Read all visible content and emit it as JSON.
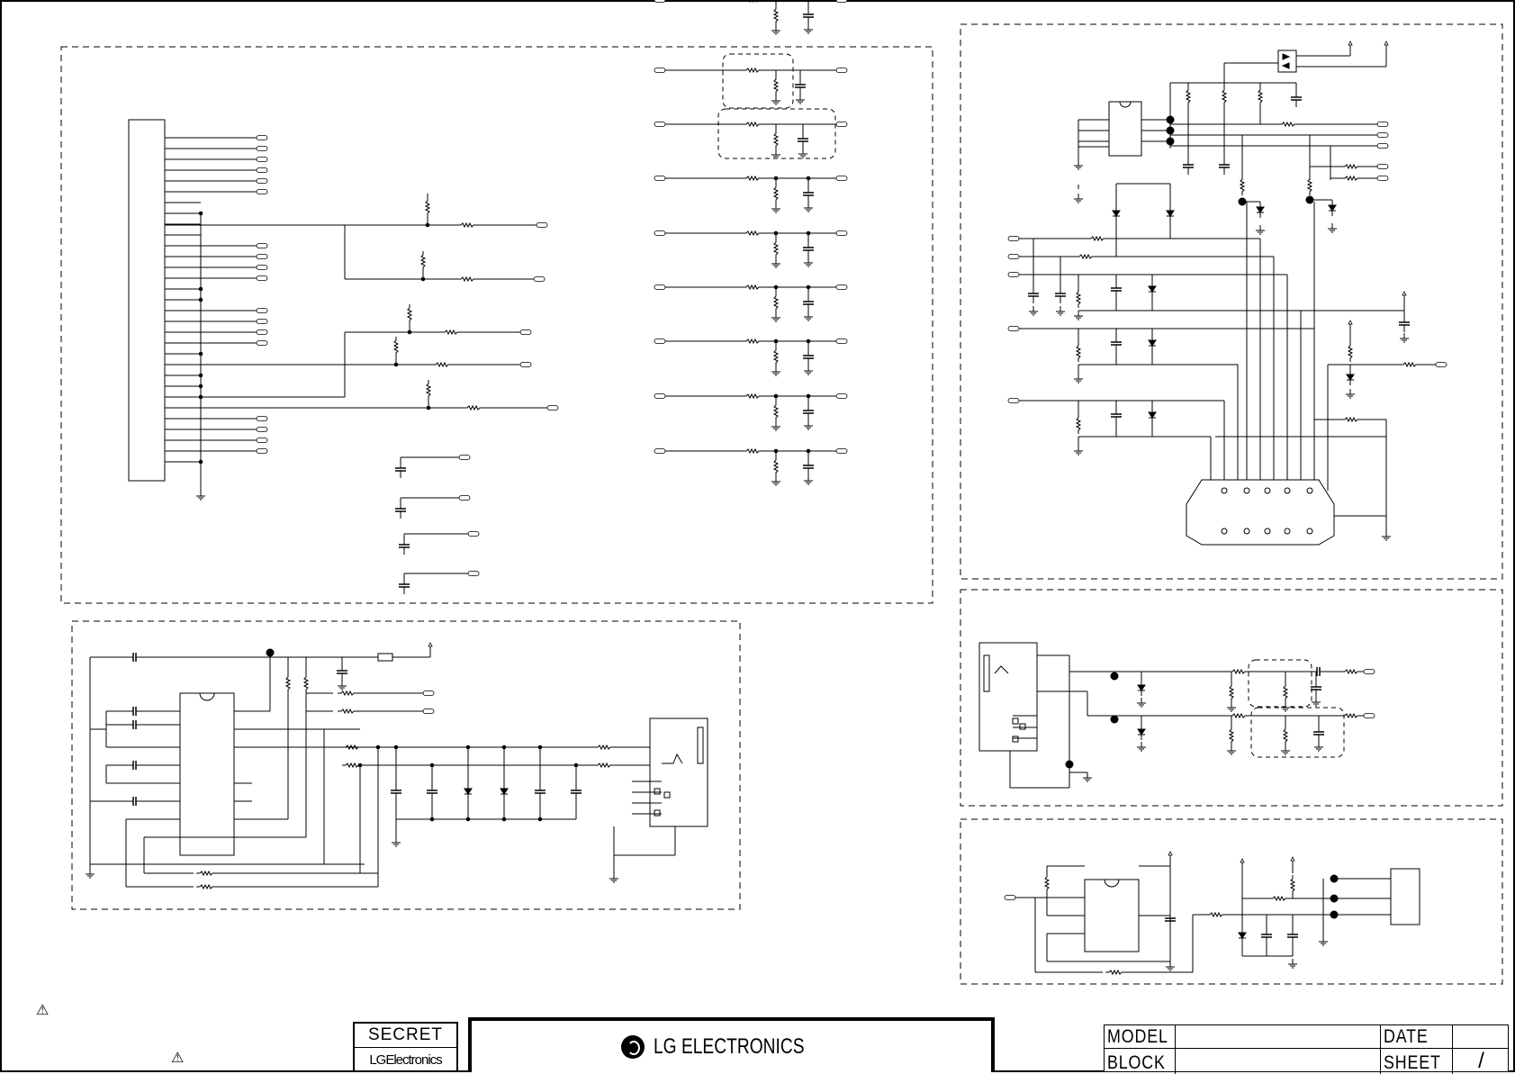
{
  "title_block": {
    "secret_label": "SECRET",
    "company_short": "LGElectronics",
    "company_brand": "LG ELECTRONICS",
    "model_label": "MODEL",
    "date_label": "DATE",
    "block_label": "BLOCK",
    "sheet_label": "SHEET",
    "model_value": "",
    "date_value": "",
    "block_value": "",
    "sheet_value": "/"
  },
  "symbols": {
    "warning_icon": "⚠"
  }
}
